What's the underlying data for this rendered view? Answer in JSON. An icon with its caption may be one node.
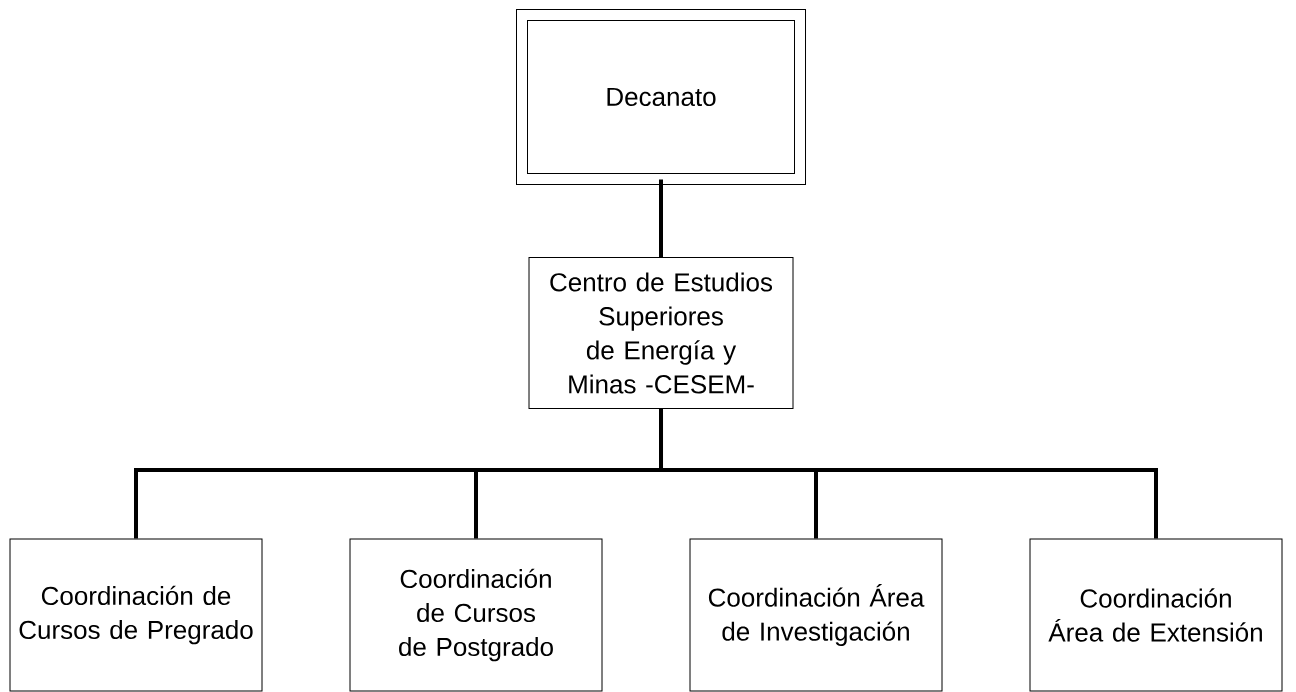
{
  "diagram": {
    "nodes": [
      {
        "text": [
          "Decanato"
        ]
      },
      {
        "text": [
          "Centro de Estudios Superiores de Energía y Minas -CESEM-"
        ]
      },
      {
        "text": [
          "Coordinación de Cursos de Pregrado"
        ]
      },
      {
        "text": [
          "Coordinación de Cursos de Postgrado"
        ]
      },
      {
        "text": [
          "Coordinación Área de Investigación"
        ]
      },
      {
        "text": [
          "Coordinación Área de Extensión"
        ]
      }
    ],
    "edges": [
      {
        "from": 0,
        "to": 1,
        "arrow": "none"
      },
      {
        "from": 1,
        "to": 2,
        "arrow": "none"
      },
      {
        "from": 1,
        "to": 3,
        "arrow": "none"
      },
      {
        "from": 1,
        "to": 4,
        "arrow": "none"
      },
      {
        "from": 1,
        "to": 5,
        "arrow": "none"
      }
    ]
  }
}
